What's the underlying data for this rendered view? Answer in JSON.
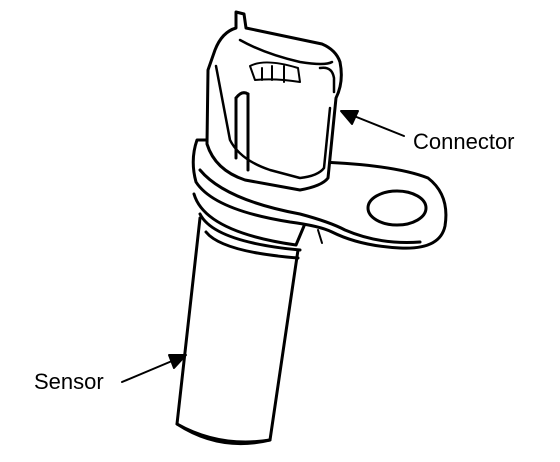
{
  "diagram": {
    "labels": {
      "connector": "Connector",
      "sensor": "Sensor"
    },
    "colors": {
      "ink": "#000000",
      "paper": "#ffffff"
    },
    "parts": [
      "connector",
      "mounting-bracket",
      "mounting-hole",
      "sensor-body"
    ]
  }
}
